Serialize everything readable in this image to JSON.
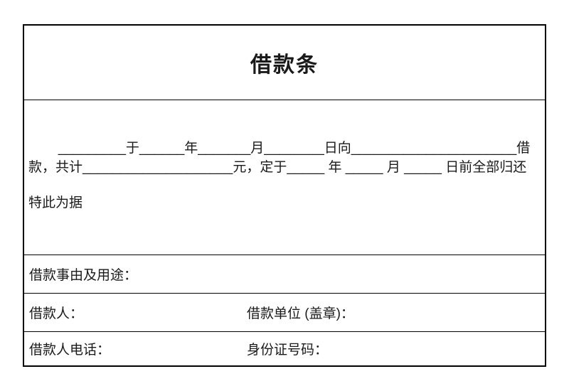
{
  "form": {
    "title": "借款条",
    "statement": "_________于______年_______月________日向______________________借款，共计____________________元，定于_____ 年 _____ 月 _____ 日前全部归还",
    "evidence": "特此为据",
    "reason_label": "借款事由及用途：",
    "borrower_label": "借款人：",
    "unit_label": "借款单位 (盖章)：",
    "phone_label": "借款人电话：",
    "id_label": "身份证号码："
  }
}
